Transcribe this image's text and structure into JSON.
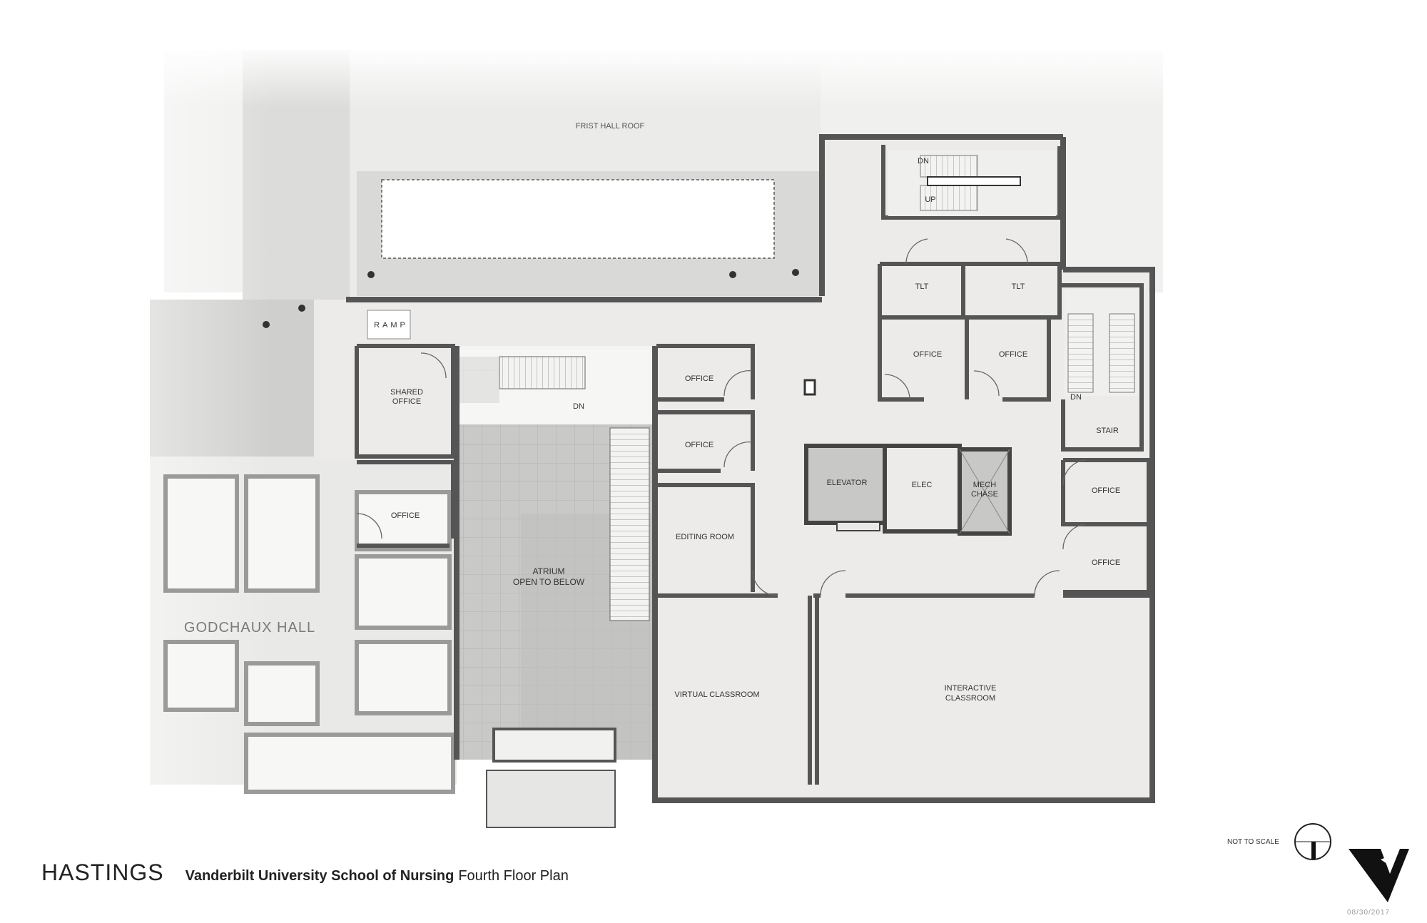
{
  "rooms": {
    "frist_hall_roof": "FRIST HALL ROOF",
    "ramp": "RAMP",
    "shared_office_1": "SHARED",
    "shared_office_2": "OFFICE",
    "office": "OFFICE",
    "atrium_1": "ATRIUM",
    "atrium_2": "OPEN TO BELOW",
    "editing_room": "EDITING ROOM",
    "virtual_classroom": "VIRTUAL CLASSROOM",
    "interactive_classroom_1": "INTERACTIVE",
    "interactive_classroom_2": "CLASSROOM",
    "elevator": "ELEVATOR",
    "elec": "ELEC",
    "mech_chase_1": "MECH",
    "mech_chase_2": "CHASE",
    "tlt": "TLT",
    "stair": "STAIR",
    "dn": "DN",
    "up": "UP",
    "godchaux_hall": "GODCHAUX HALL"
  },
  "footer": {
    "brand": "HASTINGS",
    "title_bold": "Vanderbilt University School of Nursing",
    "title_regular": "Fourth Floor Plan",
    "not_to_scale": "NOT TO SCALE",
    "date": "08/30/2017"
  }
}
